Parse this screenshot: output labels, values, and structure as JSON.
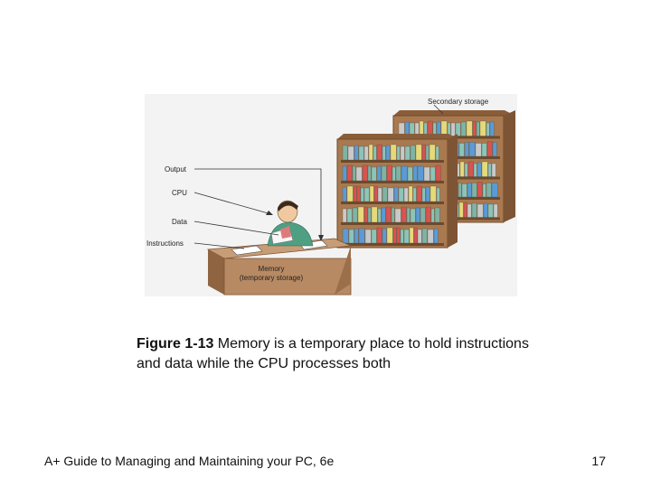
{
  "figure": {
    "labels": {
      "secondary_storage": "Secondary storage",
      "output": "Output",
      "cpu": "CPU",
      "data": "Data",
      "instructions": "Instructions",
      "memory_line1": "Memory",
      "memory_line2": "(temporary storage)"
    },
    "colors": {
      "shelf_wood": "#a9794f",
      "shelf_dark": "#7d5434",
      "desk": "#b88a63",
      "person_shirt": "#4f9f83",
      "book_colors": [
        "#d9534f",
        "#5b9bd5",
        "#8cc5b8",
        "#e6d97a",
        "#7fb3a3",
        "#c9c9c9"
      ]
    }
  },
  "caption": {
    "figure_number": "Figure 1-13",
    "text": " Memory is a temporary place to hold instructions and data while the CPU processes both"
  },
  "footer": {
    "title": "A+ Guide to Managing and Maintaining your PC, 6e",
    "page": "17"
  }
}
